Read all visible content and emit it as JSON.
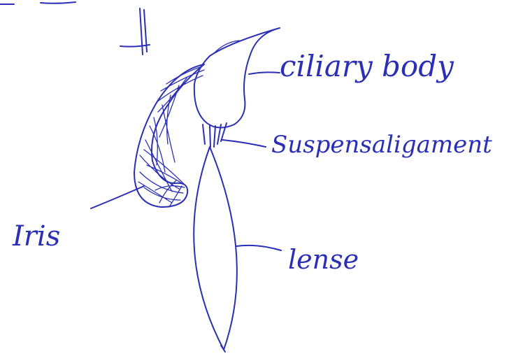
{
  "labels": {
    "ciliary_body": "ciliary body",
    "suspensory_ligament": "Suspensaligament",
    "iris": "Iris",
    "lens": "lense"
  },
  "colors": {
    "ink": "#2a2fb5",
    "background": "#ffffff"
  }
}
